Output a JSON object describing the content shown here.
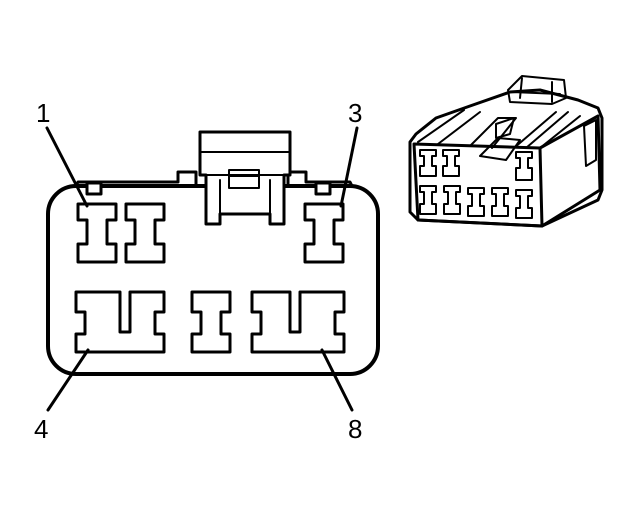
{
  "pin_labels": {
    "pin1": "1",
    "pin3": "3",
    "pin4": "4",
    "pin8": "8"
  },
  "colors": {
    "line": "#000000",
    "background": "#ffffff"
  }
}
